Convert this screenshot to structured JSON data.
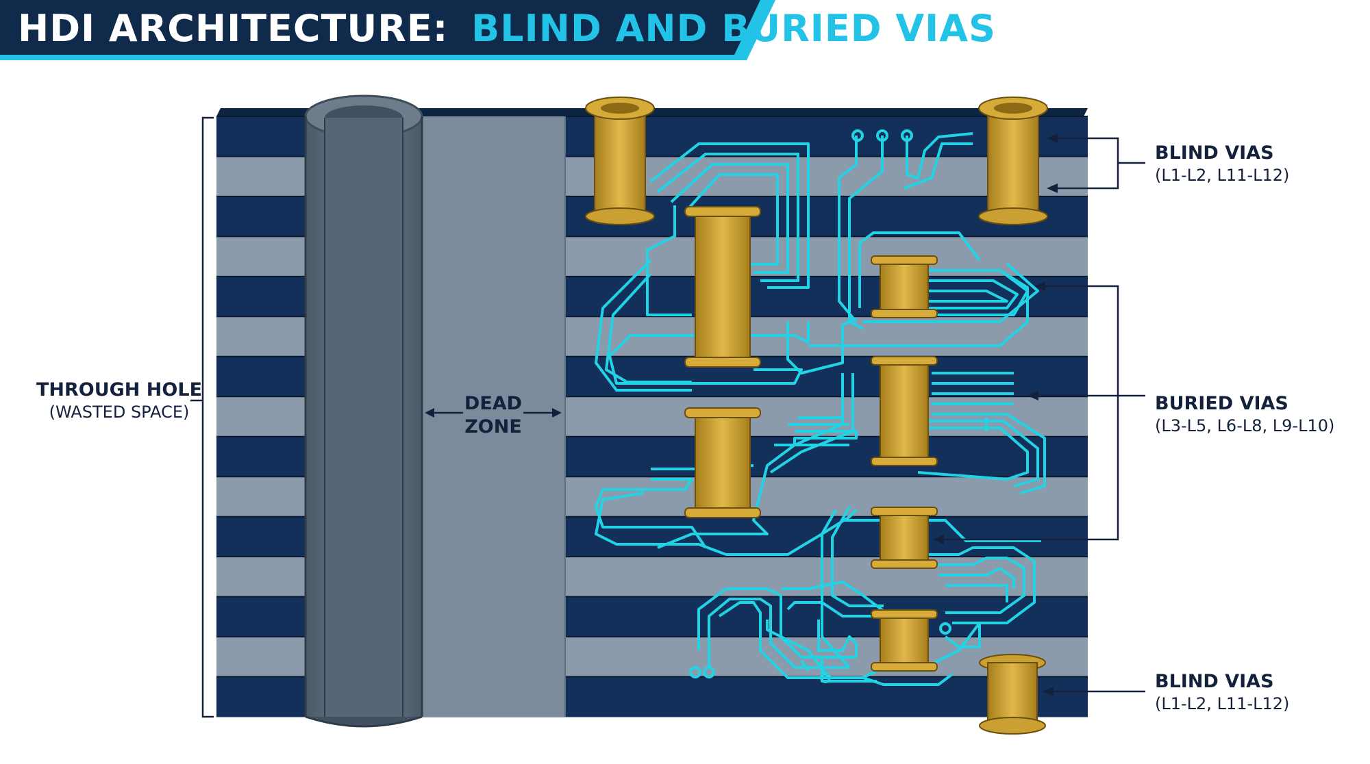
{
  "title": {
    "prefix": "HDI ARCHITECTURE:",
    "highlight": "BLIND AND BURIED VIAS"
  },
  "labels": {
    "through_hole_main": "THROUGH HOLE",
    "through_hole_sub": "(WASTED SPACE)",
    "dead_zone_line1": "DEAD",
    "dead_zone_line2": "ZONE",
    "blind_top_main": "BLIND VIAS",
    "blind_top_sub": "(L1-L2, L11-L12)",
    "buried_main": "BURIED VIAS",
    "buried_sub": "(L3-L5, L6-L8, L9-L10)",
    "blind_bottom_main": "BLIND VIAS",
    "blind_bottom_sub": "(L1-L2, L11-L12)"
  },
  "colors": {
    "navy_layer": "#13305a",
    "gray_layer": "#8c9bab",
    "through_hole": "#5b6b7a",
    "dead_zone": "#7b8b9b",
    "via_gold": "#caa032",
    "trace_cyan": "#22d3e6",
    "title_bg": "#0f2a4a",
    "title_accent": "#22c3e6"
  }
}
